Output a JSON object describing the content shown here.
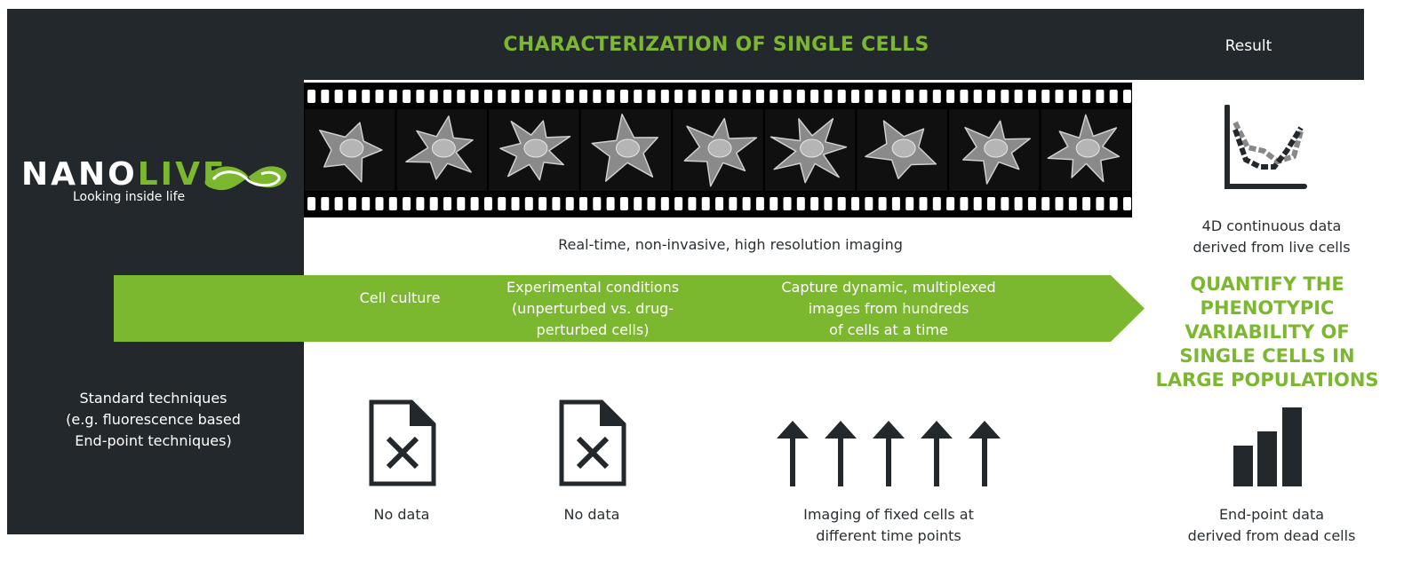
{
  "header": {
    "title": "CHARACTERIZATION OF SINGLE CELLS",
    "result_label": "Result"
  },
  "brand": {
    "name_part1": "NANO",
    "name_part2": "LIVE",
    "tagline": "Looking inside life",
    "accent_color": "#7cb82f",
    "dark_color": "#22282b"
  },
  "standard_techniques": {
    "line1": "Standard techniques",
    "line2": "(e.g. fluorescence based",
    "line3": "End-point techniques)"
  },
  "imaging": {
    "caption": "Real-time, non-invasive, high resolution imaging",
    "frames": 9
  },
  "steps": [
    {
      "lines": [
        "Cell culture"
      ]
    },
    {
      "lines": [
        "Experimental conditions",
        "(unperturbed vs. drug-",
        "perturbed cells)"
      ]
    },
    {
      "lines": [
        "Capture dynamic, multiplexed",
        "images from hundreds",
        "of cells at a time"
      ]
    }
  ],
  "live_result": {
    "icon": "line-chart-icon",
    "line1": "4D continuous data",
    "line2": "derived from live cells"
  },
  "quantify": {
    "lines": [
      "QUANTIFY THE",
      "PHENOTYPIC",
      "VARIABILITY OF",
      "SINGLE CELLS IN",
      "LARGE POPULATIONS"
    ]
  },
  "bottom": {
    "no_data_1": "No data",
    "no_data_2": "No data",
    "fixed_line1": "Imaging of fixed cells at",
    "fixed_line2": "different time points",
    "end_line1": "End-point data",
    "end_line2": "derived from dead cells"
  }
}
